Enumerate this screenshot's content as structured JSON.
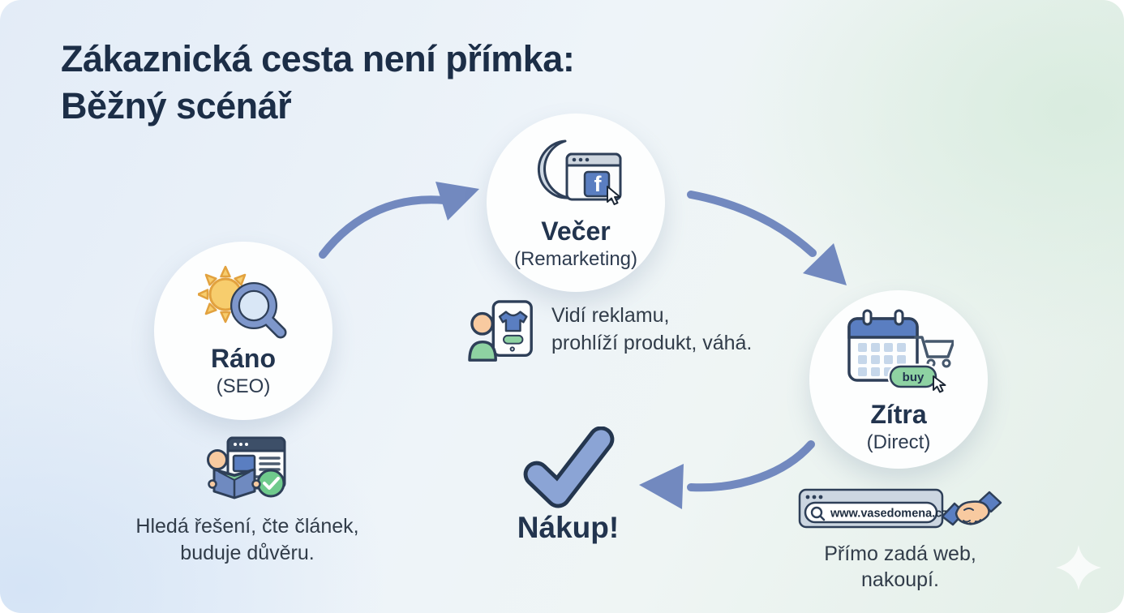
{
  "title": {
    "line1": "Zákaznická cesta není přímka:",
    "line2": "Běžný scénář"
  },
  "nodes": [
    {
      "label": "Ráno",
      "sublabel": "(SEO)",
      "icon": "sun-search-icon"
    },
    {
      "label": "Večer",
      "sublabel": "(Remarketing)",
      "icon": "moon-facebook-browser-icon"
    },
    {
      "label": "Zítra",
      "sublabel": "(Direct)",
      "icon": "calendar-cart-buy-icon"
    }
  ],
  "notes": [
    {
      "line1": "Hledá řešení, čte článek,",
      "line2": "buduje důvěru.",
      "icon": "person-reading-article-icon"
    },
    {
      "line1": "Vidí reklamu,",
      "line2": "prohlíží produkt, váhá.",
      "icon": "person-viewing-product-icon"
    },
    {
      "line1": "Přímo zadá web, nakoupí.",
      "icon": "address-bar-handshake-icon",
      "address_url": "www.vasedomena.cz"
    }
  ],
  "purchase": {
    "label": "Nákup!",
    "icon": "checkmark-icon"
  },
  "badges": {
    "buy_label": "buy",
    "facebook_f": "f"
  },
  "colors": {
    "title": "#1c2e47",
    "arrow": "#7289bf",
    "accent_blue": "#5a7ec1",
    "accent_green": "#8ed2a2",
    "accent_yellow": "#f7cd6d",
    "circle_fill": "#fdfefe"
  }
}
